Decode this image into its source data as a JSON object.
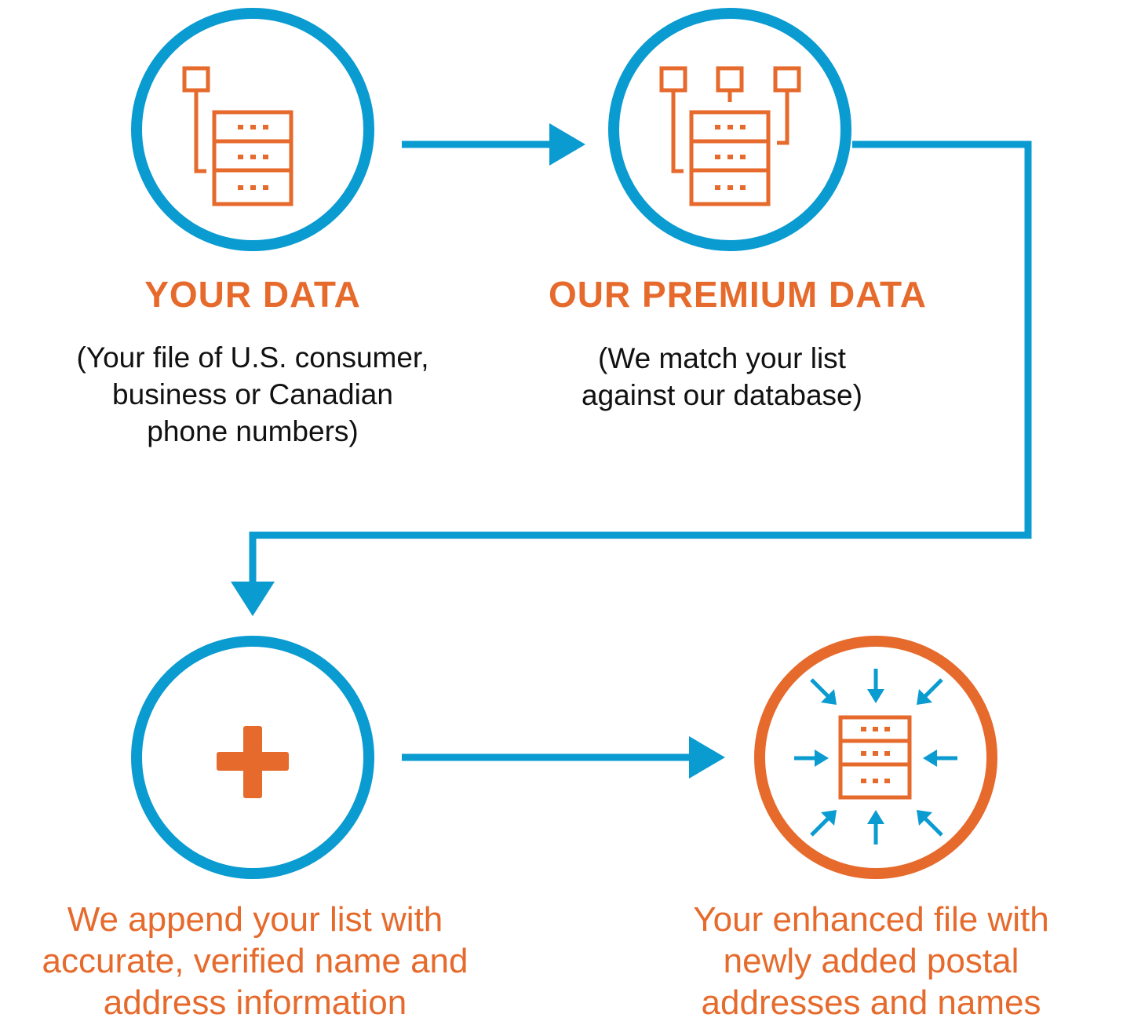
{
  "colors": {
    "blue": "#0A9BD1",
    "orange": "#E66A2C",
    "text": "#111111"
  },
  "steps": [
    {
      "title": "YOUR DATA",
      "description": [
        "(Your file of U.S. consumer,",
        "business or Canadian",
        "phone numbers)"
      ],
      "icon": "database-single-link-icon"
    },
    {
      "title": "OUR PREMIUM DATA",
      "description": [
        "(We match your list",
        "against our database)"
      ],
      "icon": "database-network-icon"
    },
    {
      "description": [
        "We append your list with",
        "accurate, verified name and",
        "address information"
      ],
      "icon": "plus-icon"
    },
    {
      "description": [
        "Your enhanced file with",
        "newly added postal",
        "addresses and names"
      ],
      "icon": "database-converge-icon"
    }
  ]
}
